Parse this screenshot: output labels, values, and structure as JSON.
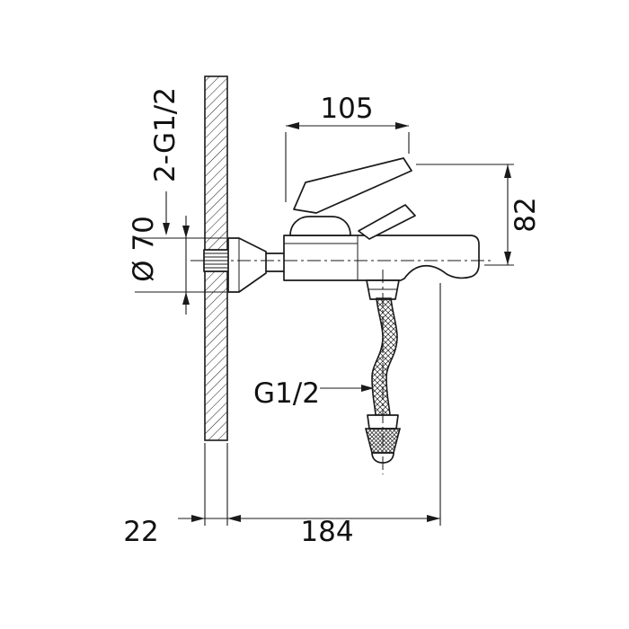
{
  "colors": {
    "background": "#ffffff",
    "line": "#1a1a1a"
  },
  "drawing": {
    "kind": "faucet-installation-dimension-drawing"
  },
  "labels": {
    "width_105": "105",
    "height_82": "82",
    "thread_2_g12": "2-G1/2",
    "diameter_70": "Ø 70",
    "thread_g12": "G1/2",
    "wall_22": "22",
    "reach_184": "184"
  }
}
